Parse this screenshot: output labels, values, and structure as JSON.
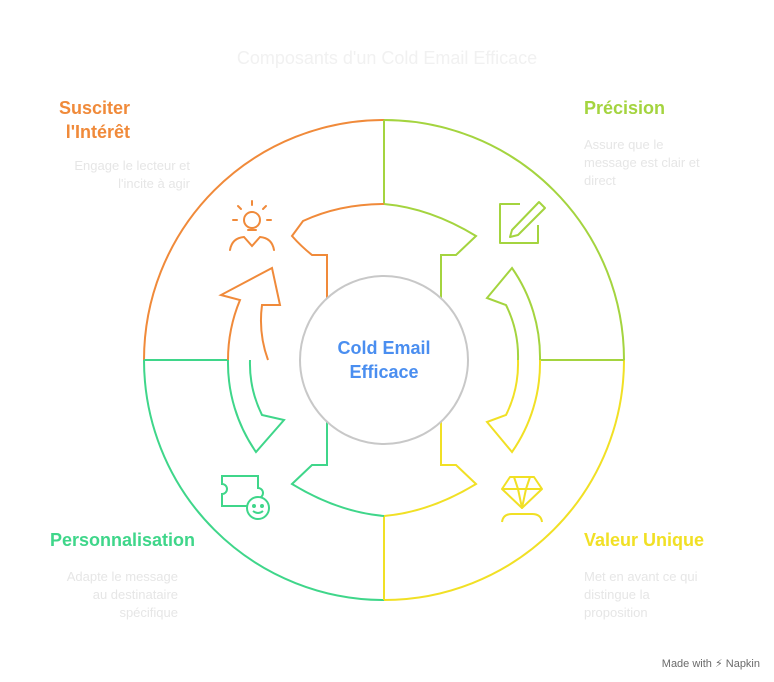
{
  "title": "Composants d'un Cold Email Efficace",
  "center": {
    "line1": "Cold Email",
    "line2": "Efficace"
  },
  "colors": {
    "orange": "#f08a3a",
    "green": "#a4d43f",
    "yellow": "#f1e025",
    "teal": "#3fd68a",
    "blue": "#4a8ef0",
    "gray": "#c8c8c8"
  },
  "sections": {
    "interest": {
      "heading_line1": "Susciter",
      "heading_line2": "l'Intérêt",
      "desc_line1": "Engage le lecteur et",
      "desc_line2": "l'incite à agir",
      "icon": "lightbulb-person-icon"
    },
    "precision": {
      "heading": "Précision",
      "desc_line1": "Assure que le",
      "desc_line2": "message est clair et",
      "desc_line3": "direct",
      "icon": "edit-pencil-icon"
    },
    "personalization": {
      "heading": "Personnalisation",
      "desc_line1": "Adapte le message",
      "desc_line2": "au destinataire",
      "desc_line3": "spécifique",
      "icon": "puzzle-face-icon"
    },
    "unique": {
      "heading": "Valeur Unique",
      "desc_line1": "Met en avant ce qui",
      "desc_line2": "distingue la",
      "desc_line3": "proposition",
      "icon": "diamond-person-icon"
    }
  },
  "watermark": "Made with ⚡ Napkin"
}
